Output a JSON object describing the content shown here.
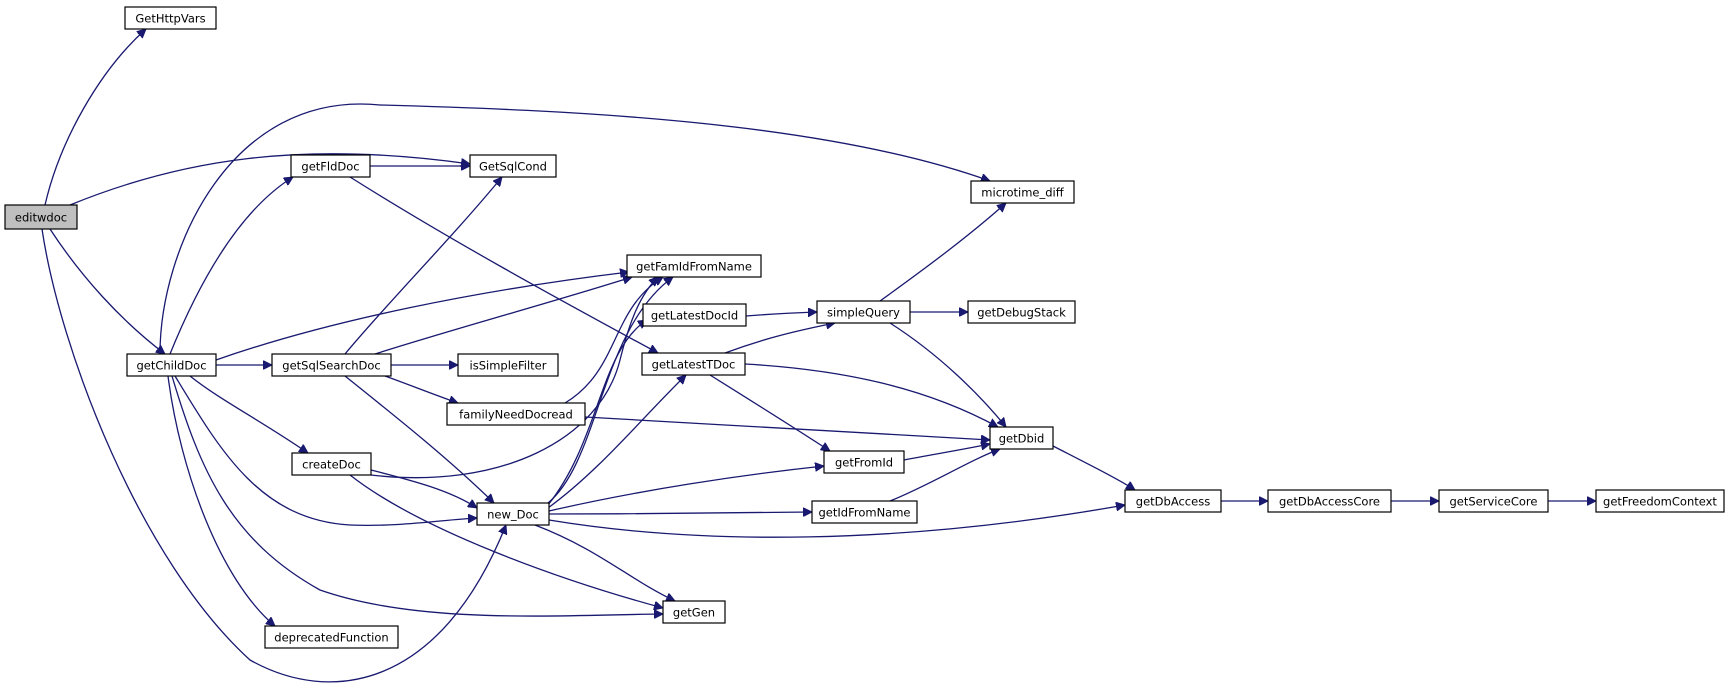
{
  "graph": {
    "edge_color": "#191970",
    "root_fill": "#bfbfbf",
    "nodes": [
      {
        "id": "editwdoc",
        "label": "editwdoc",
        "root": true
      },
      {
        "id": "GetHttpVars",
        "label": "GetHttpVars"
      },
      {
        "id": "getChildDoc",
        "label": "getChildDoc"
      },
      {
        "id": "GetSqlCond",
        "label": "GetSqlCond"
      },
      {
        "id": "new_Doc",
        "label": "new_Doc"
      },
      {
        "id": "microtime_diff",
        "label": "microtime_diff"
      },
      {
        "id": "getFldDoc",
        "label": "getFldDoc"
      },
      {
        "id": "getSqlSearchDoc",
        "label": "getSqlSearchDoc"
      },
      {
        "id": "createDoc",
        "label": "createDoc"
      },
      {
        "id": "deprecatedFunction",
        "label": "deprecatedFunction"
      },
      {
        "id": "getFamIdFromName",
        "label": "getFamIdFromName"
      },
      {
        "id": "getGen",
        "label": "getGen"
      },
      {
        "id": "getLatestTDoc",
        "label": "getLatestTDoc"
      },
      {
        "id": "isSimpleFilter",
        "label": "isSimpleFilter"
      },
      {
        "id": "familyNeedDocread",
        "label": "familyNeedDocread"
      },
      {
        "id": "getLatestDocId",
        "label": "getLatestDocId"
      },
      {
        "id": "getFromId",
        "label": "getFromId"
      },
      {
        "id": "getIdFromName",
        "label": "getIdFromName"
      },
      {
        "id": "simpleQuery",
        "label": "simpleQuery"
      },
      {
        "id": "getDbAccess",
        "label": "getDbAccess"
      },
      {
        "id": "getDebugStack",
        "label": "getDebugStack"
      },
      {
        "id": "getDbid",
        "label": "getDbid"
      },
      {
        "id": "getDbAccessCore",
        "label": "getDbAccessCore"
      },
      {
        "id": "getServiceCore",
        "label": "getServiceCore"
      },
      {
        "id": "getFreedomContext",
        "label": "getFreedomContext"
      }
    ],
    "edges": [
      {
        "from": "editwdoc",
        "to": "GetHttpVars"
      },
      {
        "from": "editwdoc",
        "to": "getChildDoc"
      },
      {
        "from": "editwdoc",
        "to": "GetSqlCond"
      },
      {
        "from": "editwdoc",
        "to": "new_Doc"
      },
      {
        "from": "getChildDoc",
        "to": "microtime_diff"
      },
      {
        "from": "getChildDoc",
        "to": "getFldDoc"
      },
      {
        "from": "getChildDoc",
        "to": "getSqlSearchDoc"
      },
      {
        "from": "getChildDoc",
        "to": "createDoc"
      },
      {
        "from": "getChildDoc",
        "to": "new_Doc"
      },
      {
        "from": "getChildDoc",
        "to": "deprecatedFunction"
      },
      {
        "from": "getChildDoc",
        "to": "getFamIdFromName"
      },
      {
        "from": "getChildDoc",
        "to": "getGen"
      },
      {
        "from": "getFldDoc",
        "to": "GetSqlCond"
      },
      {
        "from": "getFldDoc",
        "to": "getLatestTDoc"
      },
      {
        "from": "getSqlSearchDoc",
        "to": "GetSqlCond"
      },
      {
        "from": "getSqlSearchDoc",
        "to": "getFamIdFromName"
      },
      {
        "from": "getSqlSearchDoc",
        "to": "isSimpleFilter"
      },
      {
        "from": "getSqlSearchDoc",
        "to": "familyNeedDocread"
      },
      {
        "from": "getSqlSearchDoc",
        "to": "new_Doc"
      },
      {
        "from": "createDoc",
        "to": "new_Doc"
      },
      {
        "from": "createDoc",
        "to": "getFamIdFromName"
      },
      {
        "from": "createDoc",
        "to": "getGen"
      },
      {
        "from": "familyNeedDocread",
        "to": "getFamIdFromName"
      },
      {
        "from": "familyNeedDocread",
        "to": "getDbid"
      },
      {
        "from": "new_Doc",
        "to": "getFamIdFromName"
      },
      {
        "from": "new_Doc",
        "to": "getLatestDocId"
      },
      {
        "from": "new_Doc",
        "to": "getLatestTDoc"
      },
      {
        "from": "new_Doc",
        "to": "getFromId"
      },
      {
        "from": "new_Doc",
        "to": "getIdFromName"
      },
      {
        "from": "new_Doc",
        "to": "getGen"
      },
      {
        "from": "new_Doc",
        "to": "getDbAccess"
      },
      {
        "from": "getLatestDocId",
        "to": "simpleQuery"
      },
      {
        "from": "getLatestTDoc",
        "to": "simpleQuery"
      },
      {
        "from": "getLatestTDoc",
        "to": "getFromId"
      },
      {
        "from": "getLatestTDoc",
        "to": "getDbid"
      },
      {
        "from": "simpleQuery",
        "to": "microtime_diff"
      },
      {
        "from": "simpleQuery",
        "to": "getDebugStack"
      },
      {
        "from": "simpleQuery",
        "to": "getDbid"
      },
      {
        "from": "getFromId",
        "to": "getDbid"
      },
      {
        "from": "getIdFromName",
        "to": "getDbid"
      },
      {
        "from": "getDbid",
        "to": "getDbAccess"
      },
      {
        "from": "getDbAccess",
        "to": "getDbAccessCore"
      },
      {
        "from": "getDbAccessCore",
        "to": "getServiceCore"
      },
      {
        "from": "getServiceCore",
        "to": "getFreedomContext"
      }
    ]
  }
}
